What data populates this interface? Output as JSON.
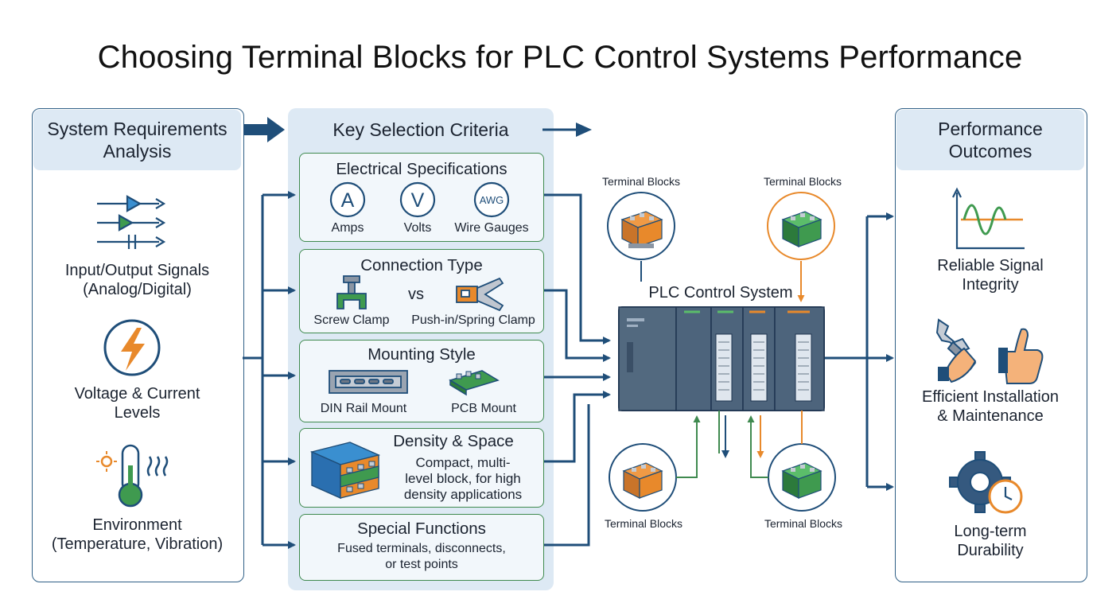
{
  "title": "Choosing Terminal Blocks for PLC Control Systems Performance",
  "requirements": {
    "heading_line1": "System Requirements",
    "heading_line2": "Analysis",
    "items": [
      {
        "line1": "Input/Output Signals",
        "line2": "(Analog/Digital)",
        "icon": "signal-arrows-icon"
      },
      {
        "line1": "Voltage & Current",
        "line2": "Levels",
        "icon": "lightning-bolt-icon"
      },
      {
        "line1": "Environment",
        "line2": "(Temperature, Vibration)",
        "icon": "thermometer-icon"
      }
    ]
  },
  "criteria": {
    "heading": "Key Selection Criteria",
    "electrical": {
      "title": "Electrical Specifications",
      "symbols": [
        "A",
        "V",
        "AWG"
      ],
      "labels": [
        "Amps",
        "Volts",
        "Wire Gauges"
      ]
    },
    "connection": {
      "title": "Connection Type",
      "left": "Screw Clamp",
      "vs": "vs",
      "right": "Push-in/Spring Clamp"
    },
    "mounting": {
      "title": "Mounting Style",
      "left": "DIN Rail Mount",
      "right": "PCB Mount"
    },
    "density": {
      "title": "Density & Space",
      "line1": "Compact, multi-",
      "line2": "level block, for high",
      "line3": "density applications"
    },
    "special": {
      "title": "Special Functions",
      "line1": "Fused terminals, disconnects,",
      "line2": "or test points"
    }
  },
  "plc": {
    "label": "PLC Control System",
    "terminal_label": "Terminal Blocks"
  },
  "outcomes": {
    "heading_line1": "Performance",
    "heading_line2": "Outcomes",
    "items": [
      {
        "line1": "Reliable Signal",
        "line2": "Integrity",
        "icon": "signal-wave-icon"
      },
      {
        "line1": "Efficient Installation",
        "line2": "& Maintenance",
        "icon": "wrench-thumbs-up-icon"
      },
      {
        "line1": "Long-term",
        "line2": "Durability",
        "icon": "gear-clock-icon"
      }
    ]
  },
  "colors": {
    "navy": "#1f4e79",
    "green": "#3f8a4f",
    "orange": "#e8892b",
    "panel_fill": "#dde9f4"
  }
}
